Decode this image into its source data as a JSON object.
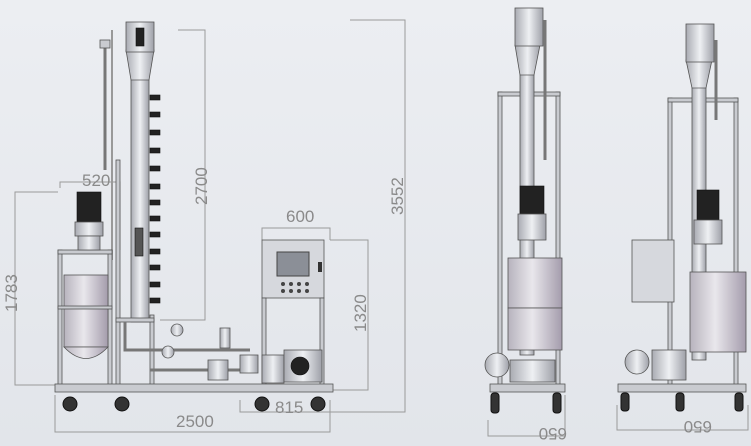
{
  "drawing": {
    "title": "Distillation column unit - assembly views",
    "front_view": {
      "dimensions": {
        "motor_width": "520",
        "column_height": "2700",
        "overall_height": "3552",
        "cabinet_width": "600",
        "tank_frame_height": "1783",
        "cabinet_height": "1320",
        "overall_length": "2500",
        "pump_offset": "815"
      }
    },
    "side_view_left": {
      "dimensions": {
        "width": "650"
      }
    },
    "side_view_right": {
      "dimensions": {
        "width": "650"
      }
    }
  }
}
